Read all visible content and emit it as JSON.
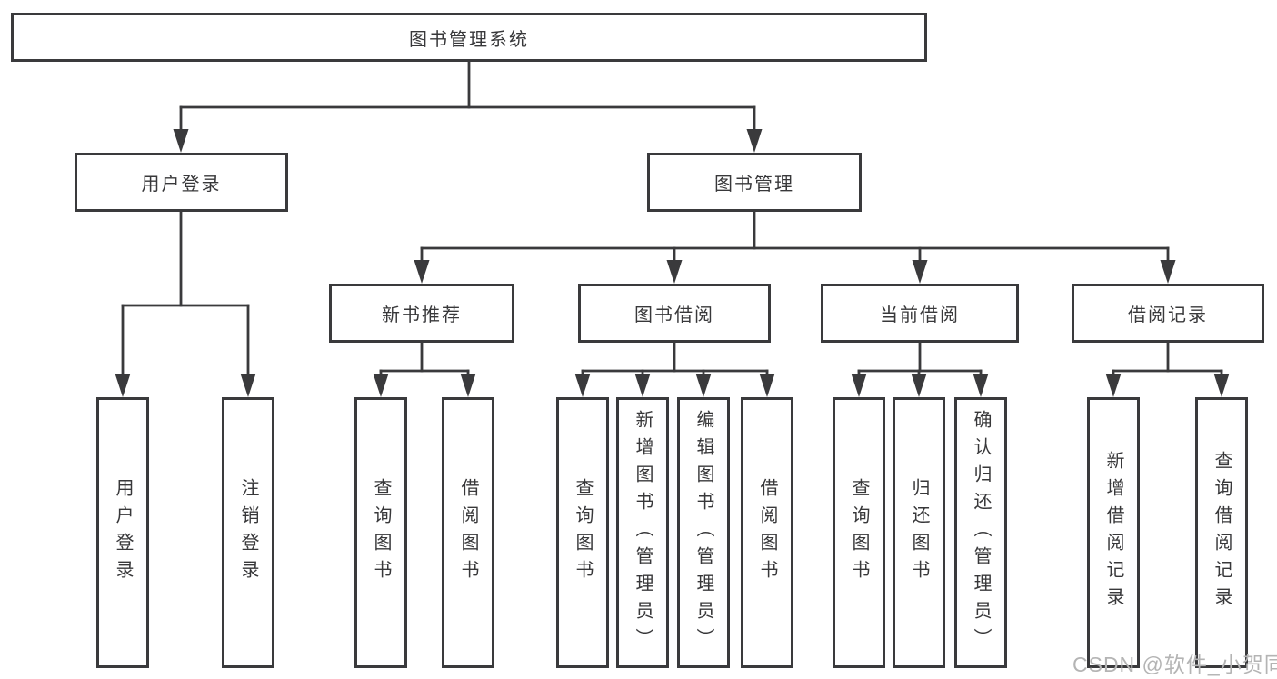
{
  "diagram": {
    "root": {
      "label": "图书管理系统"
    },
    "login_branch": {
      "label": "用户登录",
      "children": [
        "用户登录",
        "注销登录"
      ]
    },
    "management_branch": {
      "label": "图书管理",
      "modules": [
        {
          "label": "新书推荐",
          "children": [
            "查询图书",
            "借阅图书"
          ]
        },
        {
          "label": "图书借阅",
          "children": [
            "查询图书",
            "新增图书（管理员）",
            "编辑图书（管理员）",
            "借阅图书"
          ]
        },
        {
          "label": "当前借阅",
          "children": [
            "查询图书",
            "归还图书",
            "确认归还（管理员）"
          ]
        },
        {
          "label": "借阅记录",
          "children": [
            "新增借阅记录",
            "查询借阅记录"
          ]
        }
      ]
    },
    "colors": {
      "line": "#3a3a3c",
      "text": "#38383a",
      "box_background": "#ffffff",
      "page_background": "#ffffff"
    }
  },
  "watermark": {
    "text": "CSDN @软件_小贺同学",
    "color": "#b4b4b4"
  }
}
